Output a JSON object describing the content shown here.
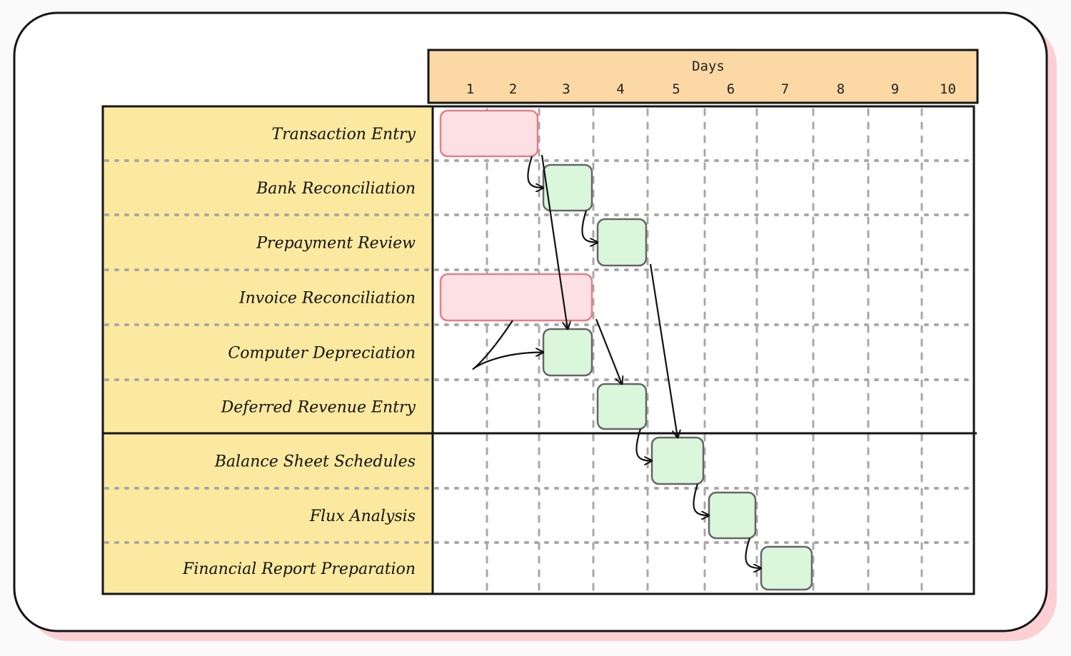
{
  "header": {
    "title": "Days"
  },
  "days": [
    "1",
    "2",
    "3",
    "4",
    "5",
    "6",
    "7",
    "8",
    "9",
    "10"
  ],
  "tasks": [
    {
      "label": "Transaction Entry",
      "start": 1,
      "end": 3,
      "status": "pending"
    },
    {
      "label": "Bank Reconciliation",
      "start": 3,
      "end": 4,
      "status": "ready"
    },
    {
      "label": "Prepayment Review",
      "start": 4,
      "end": 5,
      "status": "ready"
    },
    {
      "label": "Invoice Reconciliation",
      "start": 1,
      "end": 4,
      "status": "pending"
    },
    {
      "label": "Computer Depreciation",
      "start": 3,
      "end": 4,
      "status": "ready"
    },
    {
      "label": "Deferred Revenue Entry",
      "start": 4,
      "end": 5,
      "status": "ready"
    },
    {
      "label": "Balance Sheet Schedules",
      "start": 5,
      "end": 6,
      "status": "ready"
    },
    {
      "label": "Flux Analysis",
      "start": 6,
      "end": 7,
      "status": "ready"
    },
    {
      "label": "Financial Report Preparation",
      "start": 7,
      "end": 8,
      "status": "ready"
    }
  ],
  "dependencies": [
    {
      "from": 0,
      "to": 1
    },
    {
      "from": 0,
      "to": 4
    },
    {
      "from": 1,
      "to": 2
    },
    {
      "from": 2,
      "to": 6
    },
    {
      "from": 3,
      "to": 4
    },
    {
      "from": 3,
      "to": 5
    },
    {
      "from": 5,
      "to": 6
    },
    {
      "from": 6,
      "to": 7
    },
    {
      "from": 7,
      "to": 8
    }
  ],
  "colors": {
    "label_panel": "#fbe9a0",
    "header_band": "#fcd9a4",
    "pending_fill": "#fde0e3",
    "pending_stroke": "#e57f86",
    "ready_fill": "#daf7dc",
    "ready_stroke": "#666666",
    "shadow": "#fccfd3",
    "grid": "#a8a8a8"
  }
}
